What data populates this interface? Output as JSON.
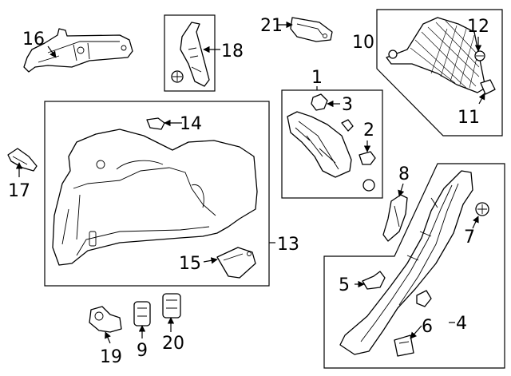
{
  "callouts": [
    {
      "id": "1",
      "text": "1"
    },
    {
      "id": "2",
      "text": "2"
    },
    {
      "id": "3",
      "text": "3"
    },
    {
      "id": "4",
      "text": "4"
    },
    {
      "id": "5",
      "text": "5"
    },
    {
      "id": "6",
      "text": "6"
    },
    {
      "id": "7",
      "text": "7"
    },
    {
      "id": "8",
      "text": "8"
    },
    {
      "id": "9",
      "text": "9"
    },
    {
      "id": "10",
      "text": "10"
    },
    {
      "id": "11",
      "text": "11"
    },
    {
      "id": "12",
      "text": "12"
    },
    {
      "id": "13",
      "text": "13"
    },
    {
      "id": "14",
      "text": "14"
    },
    {
      "id": "15",
      "text": "15"
    },
    {
      "id": "16",
      "text": "16"
    },
    {
      "id": "17",
      "text": "17"
    },
    {
      "id": "18",
      "text": "18"
    },
    {
      "id": "19",
      "text": "19"
    },
    {
      "id": "20",
      "text": "20"
    },
    {
      "id": "21",
      "text": "21"
    }
  ],
  "colors": {
    "line": "#000000",
    "background": "#ffffff"
  }
}
